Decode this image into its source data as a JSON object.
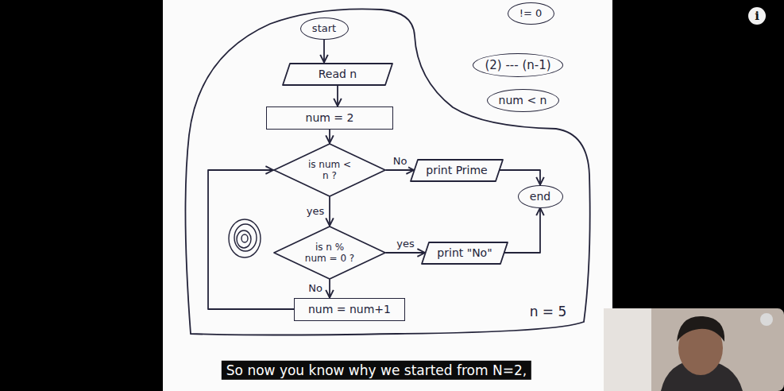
{
  "diagram": {
    "caption": "So now you know why we started from N=2,",
    "nodes": [
      {
        "text": [
          "start"
        ]
      },
      {
        "text": [
          "!= 0"
        ]
      },
      {
        "text": [
          "Read n"
        ]
      },
      {
        "text": [
          "(2) --- (n-1)"
        ]
      },
      {
        "text": [
          "num < n"
        ]
      },
      {
        "text": [
          "num = 2"
        ]
      },
      {
        "text": [
          "is num < n ?"
        ]
      },
      {
        "text": [
          "print Prime"
        ]
      },
      {
        "text": [
          "end"
        ]
      },
      {
        "text": [
          "is n % num = 0 ?"
        ]
      },
      {
        "text": [
          "print \"No\""
        ]
      },
      {
        "text": [
          "num = num+1"
        ]
      }
    ],
    "edges": [
      {
        "from": 0,
        "to": 2,
        "arrow": "to"
      },
      {
        "from": 2,
        "to": 5,
        "arrow": "to"
      },
      {
        "from": 5,
        "to": 6,
        "arrow": "to"
      },
      {
        "from": 6,
        "to": 7,
        "label": "No",
        "arrow": "to"
      },
      {
        "from": 7,
        "to": 8,
        "arrow": "to"
      },
      {
        "from": 6,
        "to": 9,
        "label": "yes",
        "arrow": "to"
      },
      {
        "from": 9,
        "to": 10,
        "label": "yes",
        "arrow": "to"
      },
      {
        "from": 10,
        "to": 8,
        "arrow": "to"
      },
      {
        "from": 9,
        "to": 11,
        "label": "No",
        "arrow": "to"
      },
      {
        "from": 11,
        "to": 6,
        "arrow": "to"
      }
    ],
    "labels": [
      "n = 5",
      "i"
    ]
  }
}
